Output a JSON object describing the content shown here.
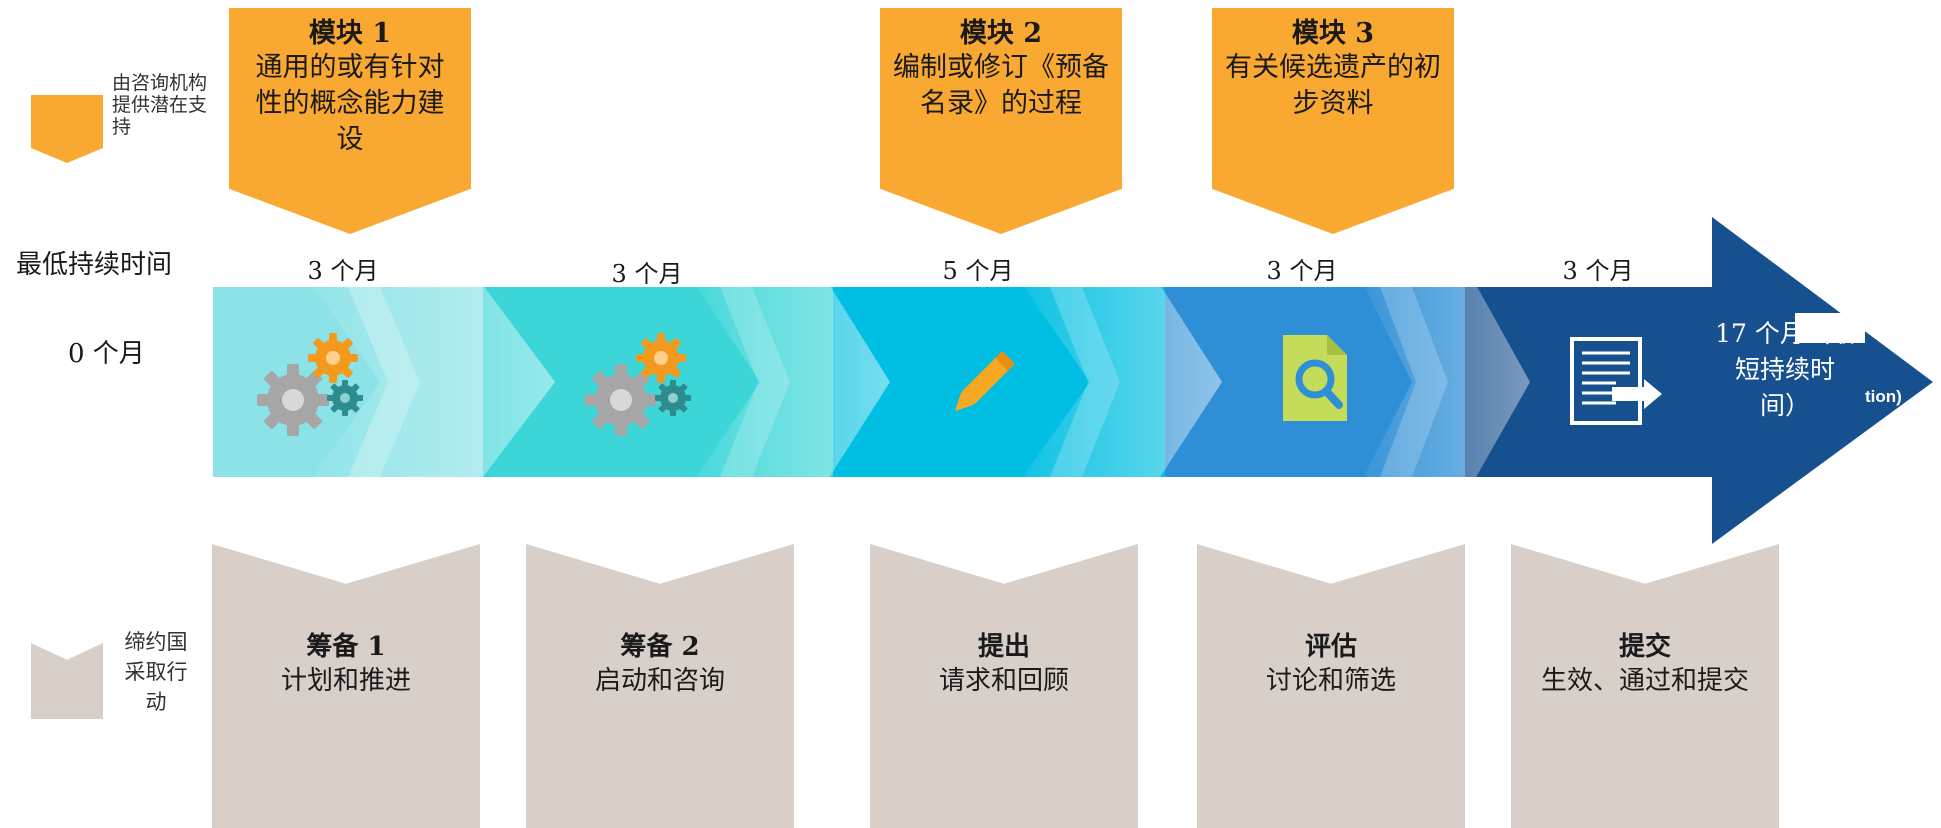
{
  "legend": {
    "advisory": "由咨询机构\n提供潜在支\n持",
    "state": "缔约国\n采取行\n动"
  },
  "row_labels": {
    "min_duration": "最低持续时间",
    "start": "0 个月"
  },
  "modules": [
    {
      "title": "模块 1",
      "desc": "通用的或有针对\n性的概念能力建\n设"
    },
    {
      "title": "模块 2",
      "desc": "编制或修订《预备\n名录》的过程"
    },
    {
      "title": "模块 3",
      "desc": "有关候选遗产的初\n步资料"
    }
  ],
  "durations": [
    "3 个月",
    "3 个月",
    "5 个月",
    "3 个月",
    "3 个月"
  ],
  "end_label": "17 个月（最\n短持续时\n间）",
  "end_fragment": "tion)",
  "phases": [
    {
      "title": "筹备 1",
      "desc": "计划和推进"
    },
    {
      "title": "筹备 2",
      "desc": "启动和咨询"
    },
    {
      "title": "提出",
      "desc": "请求和回顾"
    },
    {
      "title": "评估",
      "desc": "讨论和筛选"
    },
    {
      "title": "提交",
      "desc": "生效、通过和提交"
    }
  ],
  "icons": [
    "gears-icon",
    "gears-icon",
    "pencil-icon",
    "document-search-icon",
    "document-submit-icon"
  ],
  "colors": {
    "module_orange": "#F9A832",
    "phase_beige": "#D8D0C8",
    "arrow_seg1": "#8BE3E7",
    "arrow_seg2": "#3DD6D8",
    "arrow_seg3": "#00BFE2",
    "arrow_seg4": "#2E8FD6",
    "arrow_seg5": "#17508F"
  }
}
